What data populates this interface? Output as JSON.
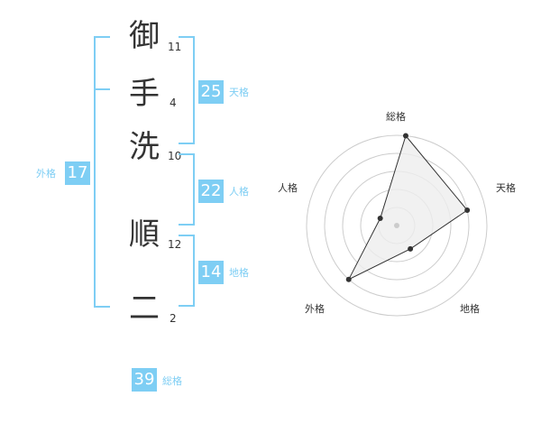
{
  "name": {
    "chars": [
      {
        "char": "御",
        "strokes": "11"
      },
      {
        "char": "手",
        "strokes": "4"
      },
      {
        "char": "洗",
        "strokes": "10"
      },
      {
        "char": "順",
        "strokes": "12"
      },
      {
        "char": "二",
        "strokes": "2"
      }
    ]
  },
  "scores": {
    "tenkaku": {
      "value": "25",
      "label": "天格"
    },
    "jinkaku": {
      "value": "22",
      "label": "人格"
    },
    "chikaku": {
      "value": "14",
      "label": "地格"
    },
    "gaikaku": {
      "value": "17",
      "label": "外格"
    },
    "soukaku": {
      "value": "39",
      "label": "総格"
    }
  },
  "colors": {
    "accent": "#7ecef4",
    "text": "#333333",
    "ring": "#cccccc",
    "fill": "#eeeeee"
  },
  "chart_data": {
    "type": "radar",
    "axes": [
      "総格",
      "天格",
      "地格",
      "外格",
      "人格"
    ],
    "values": [
      5,
      4,
      1.5,
      4,
      1
    ],
    "max": 5,
    "rings": 5
  }
}
